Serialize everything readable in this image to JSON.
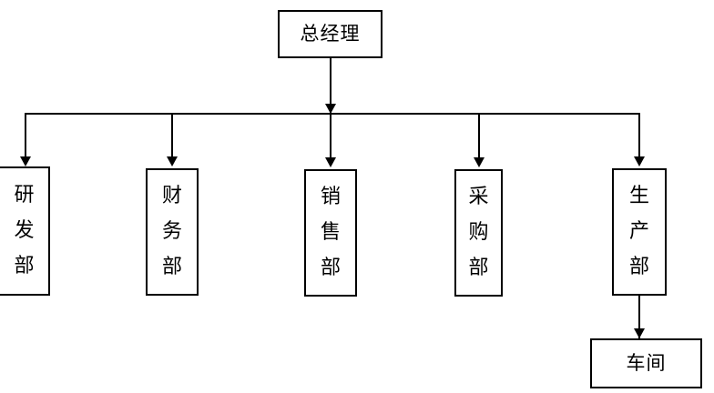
{
  "chart": {
    "title_node": {
      "label": "总经理",
      "orientation": "horizontal"
    },
    "departments": [
      {
        "label": "研发部",
        "chars": [
          "研",
          "发",
          "部"
        ]
      },
      {
        "label": "财务部",
        "chars": [
          "财",
          "务",
          "部"
        ]
      },
      {
        "label": "销售部",
        "chars": [
          "销",
          "售",
          "部"
        ]
      },
      {
        "label": "采购部",
        "chars": [
          "采",
          "购",
          "部"
        ]
      },
      {
        "label": "生产部",
        "chars": [
          "生",
          "产",
          "部"
        ]
      }
    ],
    "sub_node": {
      "label": "车间",
      "orientation": "horizontal",
      "parent": "生产部"
    },
    "colors": {
      "background": "#ffffff",
      "line": "#000000",
      "text": "#000000",
      "box_fill": "#ffffff"
    }
  }
}
